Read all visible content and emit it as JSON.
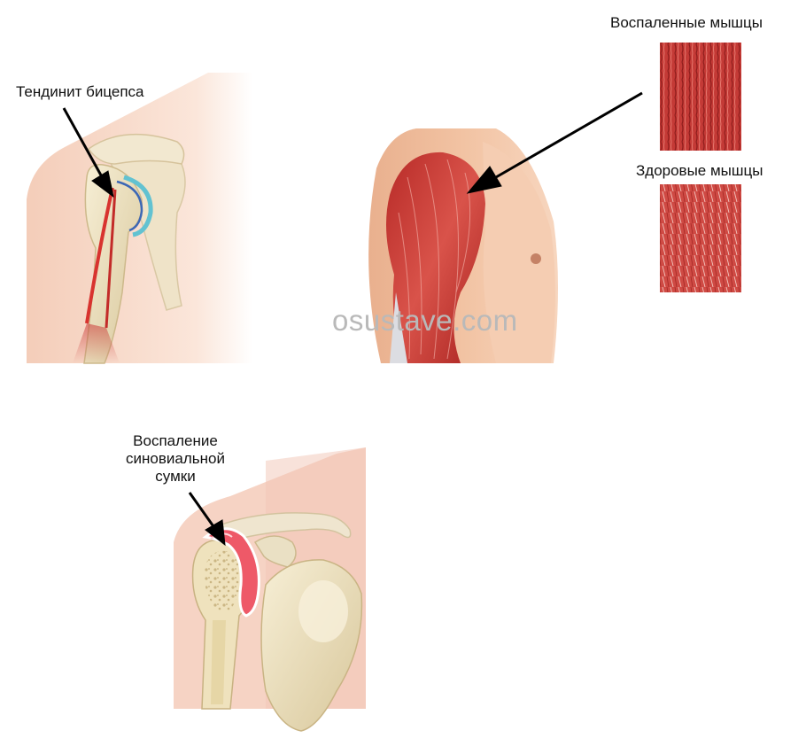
{
  "labels": {
    "biceps_tendinitis": "Тендинит бицепса",
    "inflamed_muscles": "Воспаленные мышцы",
    "healthy_muscles": "Здоровые мышцы",
    "bursitis_line1": "Воспаление",
    "bursitis_line2": "синовиальной",
    "bursitis_line3": "сумки"
  },
  "watermark": "osustave.com",
  "colors": {
    "skin": "#f6d2bf",
    "muscle": "#c9342f",
    "bone": "#efe3c2",
    "inflammation": "#e8485a",
    "arrow": "#000000"
  }
}
